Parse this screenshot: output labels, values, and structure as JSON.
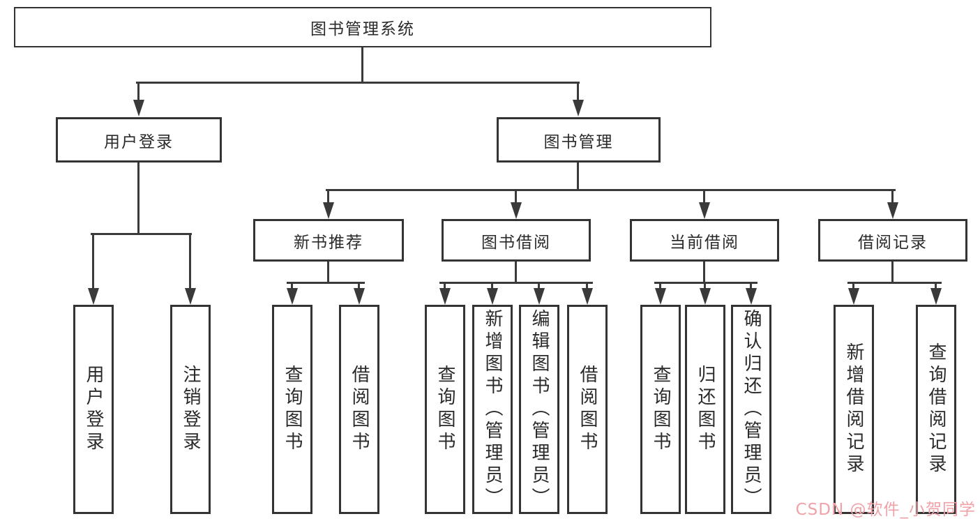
{
  "diagram_title": "图书管理系统",
  "tree": {
    "root": {
      "label": "图书管理系统"
    },
    "branches": [
      {
        "label": "用户登录",
        "children": [
          "用户登录",
          "注销登录"
        ]
      },
      {
        "label": "图书管理",
        "groups": [
          {
            "label": "新书推荐",
            "children": [
              "查询图书",
              "借阅图书"
            ]
          },
          {
            "label": "图书借阅",
            "children": [
              "查询图书",
              "新增图书（管理员）",
              "编辑图书（管理员）",
              "借阅图书"
            ]
          },
          {
            "label": "当前借阅",
            "children": [
              "查询图书",
              "归还图书",
              "确认归还（管理员）"
            ]
          },
          {
            "label": "借阅记录",
            "children": [
              "新增借阅记录",
              "查询借阅记录"
            ]
          }
        ]
      }
    ]
  },
  "watermark": {
    "text": "CSDN @软件_小贺同学",
    "color": "#f0a2a8"
  },
  "colors": {
    "background": "#ffffff",
    "line": "#3a3a3a",
    "box_border": "#333333",
    "text": "#2a2a2a"
  }
}
